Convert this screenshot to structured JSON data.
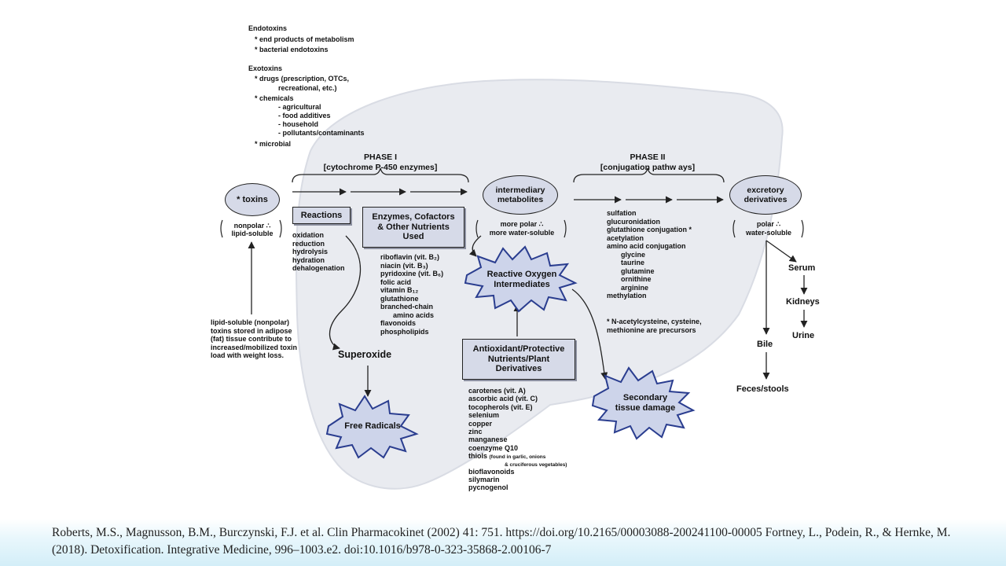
{
  "toxins_key": {
    "endotoxins_title": "Endotoxins",
    "endotoxins": [
      "* end products of metabolism",
      "* bacterial endotoxins"
    ],
    "exotoxins_title": "Exotoxins",
    "exotoxins": [
      "* drugs (prescription, OTCs,",
      "recreational, etc.)",
      "* chemicals",
      "- agricultural",
      "- food additives",
      "- household",
      "- pollutants/contaminants",
      "* microbial"
    ]
  },
  "phase1": {
    "title": "PHASE I",
    "subtitle": "[cytochrome P-450 enzymes]"
  },
  "phase2": {
    "title": "PHASE II",
    "subtitle": "[conjugation pathw ays]"
  },
  "toxins_node": {
    "label": "* toxins",
    "note1": "nonpolar ∴",
    "note2": "lipid-soluble"
  },
  "intermediary": {
    "label1": "intermediary",
    "label2": "metabolites",
    "note1": "more polar ∴",
    "note2": "more water-soluble"
  },
  "excretory": {
    "label1": "excretory",
    "label2": "derivatives",
    "note1": "polar ∴",
    "note2": "water-soluble"
  },
  "reactions": {
    "label": "Reactions",
    "items": [
      "oxidation",
      "reduction",
      "hydrolysis",
      "hydration",
      "dehalogenation"
    ]
  },
  "enzymes": {
    "label1": "Enzymes, Cofactors",
    "label2": "& Other Nutrients",
    "label3": "Used",
    "items": [
      "riboflavin (vit. B₂)",
      "niacin (vit. B₃)",
      "pyridoxine (vit. B₆)",
      "folic acid",
      "vitamin B₁₂",
      "glutathione",
      "branched-chain",
      "amino acids",
      "flavonoids",
      "phospholipids"
    ]
  },
  "conjugation": {
    "items": [
      "sulfation",
      "glucuronidation",
      "glutathione conjugation *",
      "acetylation",
      "amino acid conjugation",
      "glycine",
      "taurine",
      "glutamine",
      "ornithine",
      "arginine",
      "methylation"
    ],
    "footnote1": "* N-acetylcysteine, cysteine,",
    "footnote2": "methionine are precursors"
  },
  "adipose_note": [
    "lipid-soluble (nonpolar)",
    "toxins stored in adipose",
    "(fat) tissue contribute to",
    "increased/mobilized toxin",
    "load with weight loss."
  ],
  "superoxide": "Superoxide",
  "free_radicals": "Free Radicals",
  "ros": {
    "label1": "Reactive Oxygen",
    "label2": "Intermediates"
  },
  "secondary": {
    "label1": "Secondary",
    "label2": "tissue damage"
  },
  "antioxidant": {
    "label1": "Antioxidant/Protective",
    "label2": "Nutrients/Plant",
    "label3": "Derivatives",
    "items": [
      "carotenes (vit. A)",
      "ascorbic acid (vit. C)",
      "tocopherols (vit. E)",
      "selenium",
      "copper",
      "zinc",
      "manganese",
      "coenzyme Q10"
    ],
    "thiols": "thiols",
    "thiols_note1": "(found in garlic, onions",
    "thiols_note2": "& cruciferous vegetables)",
    "items2": [
      "bioflavonoids",
      "silymarin",
      "pycnogenol"
    ]
  },
  "excretion": {
    "serum": "Serum",
    "kidneys": "Kidneys",
    "urine": "Urine",
    "bile": "Bile",
    "feces": "Feces/stools"
  },
  "citation": "Roberts, M.S., Magnusson, B.M., Burczynski, F.J. et al. Clin Pharmacokinet (2002) 41: 751. https://doi.org/10.2165/00003088-200241100-00005 Fortney, L., Podein, R., & Hernke, M. (2018). Detoxification. Integrative Medicine, 996–1003.e2. doi:10.1016/b978-0-323-35868-2.00106-7",
  "colors": {
    "liver": "#e9ebf0",
    "node_fill": "#d6dae8",
    "burst_fill": "#cdd4ea",
    "burst_stroke": "#2a3d8f"
  }
}
